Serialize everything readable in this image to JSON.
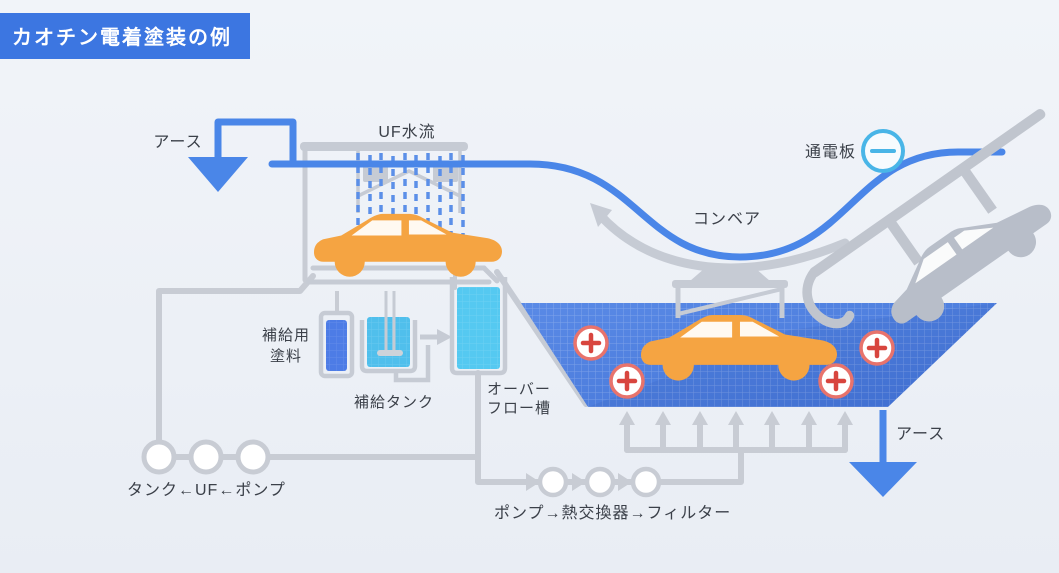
{
  "title": "カオチン電着塗装の例",
  "labels": {
    "ground_top": "アース",
    "uf_flow": "UF水流",
    "conductive_plate": "通電板",
    "conveyor": "コンベア",
    "replenish_paint": [
      "補給用",
      "塗料"
    ],
    "replenish_tank": "補給タンク",
    "overflow_tank": [
      "オーバー",
      "フロー槽"
    ],
    "uf_return_line": "タンク←UF←ポンプ",
    "circulation_line": "ポンプ→熱交換器→フィルター",
    "ground_bottom": "アース"
  },
  "icons": {
    "minus_electrode_icon": "−",
    "plus_charge_icon": "+",
    "ground_arrow_icon": "▼",
    "flow_arrow_icon": "→"
  },
  "colors": {
    "accent_blue": "#4a86e8",
    "title_bg": "#3c76e1",
    "bath_blue": "#4d7edb",
    "overflow_cyan": "#55c9f1",
    "supply_cyan": "#50bfec",
    "paint_blue": "#4d7ce6",
    "car_orange": "#f5a442",
    "car_gray": "#b8bec9",
    "pipe_gray": "#c8ccd4",
    "plus_red": "#d8453e",
    "minus_cyan": "#49b5e7",
    "text": "#3b4049"
  }
}
